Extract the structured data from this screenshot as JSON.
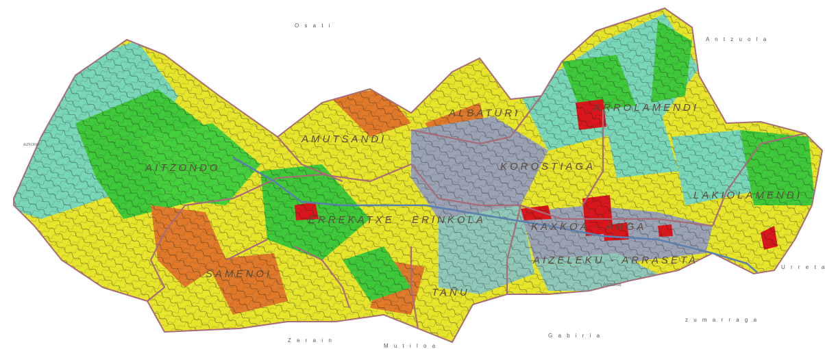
{
  "regions": [
    {
      "id": "aitzondo",
      "label": "AITZONDO"
    },
    {
      "id": "amutsandi",
      "label": "AMUTSANDI"
    },
    {
      "id": "albaturi",
      "label": "ALBATURI"
    },
    {
      "id": "arrolamendi",
      "label": "ARROLAMENDI"
    },
    {
      "id": "korostiaga",
      "label": "KOROSTIAGA"
    },
    {
      "id": "lakiolamendi",
      "label": "LAKIOLAMENDI"
    },
    {
      "id": "errekatxe",
      "label": "ERREKATXE - ERINKOLA"
    },
    {
      "id": "kaxkoa",
      "label": "KAXKOA - ARGA"
    },
    {
      "id": "aizeleku",
      "label": "AIZELEKU - ARRASETA"
    },
    {
      "id": "samenoi",
      "label": "SAMENOI"
    },
    {
      "id": "tanu",
      "label": "TAÑU"
    }
  ],
  "external_labels": {
    "north": "O s a t i",
    "antzuola": "A n t z u o l a",
    "urreta": "U r r e t a",
    "zumarraga": "z u m a r r a g a",
    "gabiria": "G a b i r i a",
    "zerain": "Z e r a i n",
    "mutiloa": "M u t i l o a",
    "arraseta": "Arraseta",
    "aizkorri": "AIZKORRI"
  },
  "colors": {
    "green": "#3fc93a",
    "teal": "#79d6b8",
    "yellow": "#e7e42c",
    "orange": "#e07a2a",
    "red": "#d9161b",
    "gray": "#9aa3b3",
    "border": "#a86b78"
  }
}
